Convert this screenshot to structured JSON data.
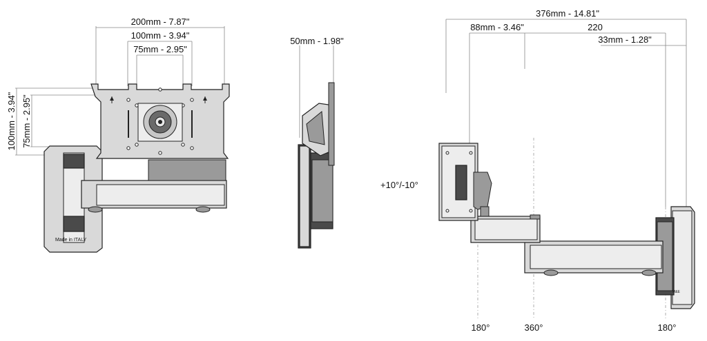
{
  "front_view": {
    "dim_width_200": "200mm - 7.87\"",
    "dim_width_100": "100mm - 3.94\"",
    "dim_width_75": "75mm - 2.95\"",
    "dim_height_100": "100mm - 3.94\"",
    "dim_height_75": "75mm - 2.95\"",
    "wall_plate_label": "Made in ITALY"
  },
  "side_view": {
    "dim_depth": "50mm - 1.98\""
  },
  "top_view": {
    "dim_total": "376mm - 14.81\"",
    "dim_88": "88mm - 3.46\"",
    "dim_220": "220",
    "dim_33": "33mm - 1.28\"",
    "tilt_label": "+10°/-10°",
    "rotation_left": "180°",
    "rotation_middle": "360°",
    "rotation_right": "180°",
    "logo_text": "M&E"
  }
}
